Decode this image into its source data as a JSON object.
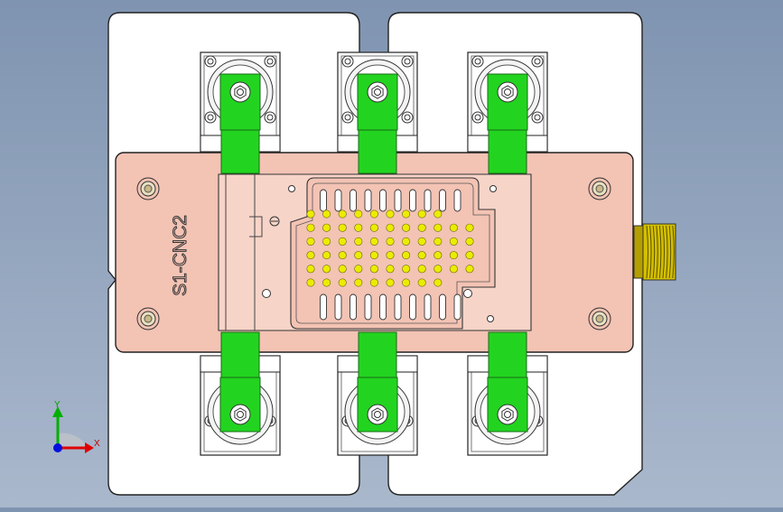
{
  "viewport": {
    "part_label": "S1-CNC2",
    "background_top": "#7f94b1",
    "background_bottom": "#aab8cc"
  },
  "colors": {
    "plate": "#f3c3b4",
    "base": "#ffffff",
    "clamp_green": "#22d41f",
    "pin_yellow": "#ecec00",
    "connector_gold": "#c8b400"
  },
  "triad": {
    "x_label": "X",
    "y_label": "Y",
    "x_color": "#e00000",
    "y_color": "#00b000",
    "z_color": "#0010e0"
  },
  "pins": {
    "rows": 6,
    "cols": 11
  },
  "clamps": {
    "top_count": 3,
    "bottom_count": 3
  }
}
